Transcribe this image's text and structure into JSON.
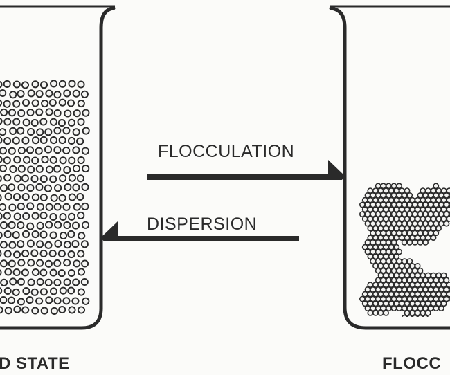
{
  "diagram": {
    "arrow_top_label": "FLOCCULATION",
    "arrow_bottom_label": "DISPERSION",
    "left_state_label": "D STATE",
    "right_state_label": "FLOCC",
    "colors": {
      "ink": "#2a2a2a",
      "background": "#fbfbf9",
      "particle_fill": "#f4f4f2"
    }
  }
}
